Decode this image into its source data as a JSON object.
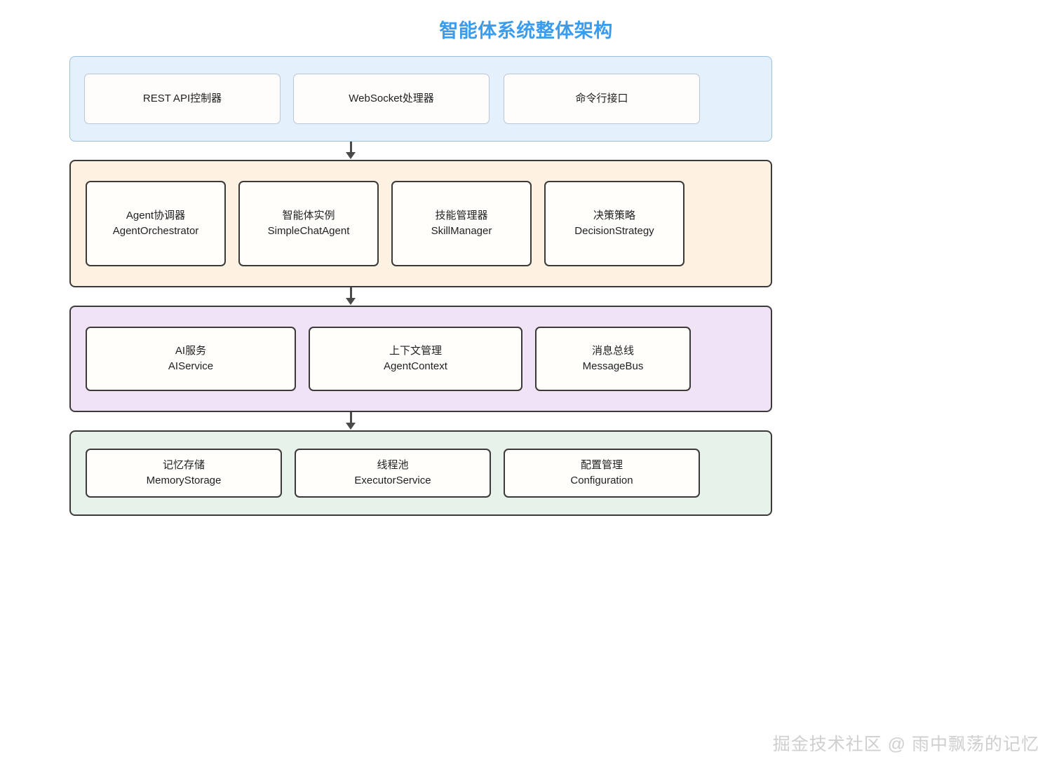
{
  "title": "智能体系统整体架构",
  "theme": {
    "title_color": "#3b9ced",
    "layer_interface_bg": "#e4f0fb",
    "layer_core_bg": "#fdf1e2",
    "layer_service_bg": "#f1e3f6",
    "layer_infra_bg": "#e7f3ea",
    "node_border": "#3c3a38",
    "connector_color": "#4a4a4a"
  },
  "layers": [
    {
      "id": "interface",
      "nodes": [
        {
          "cn": "REST API控制器",
          "en": ""
        },
        {
          "cn": "WebSocket处理器",
          "en": ""
        },
        {
          "cn": "命令行接口",
          "en": ""
        }
      ]
    },
    {
      "id": "core",
      "nodes": [
        {
          "cn": "Agent协调器",
          "en": "AgentOrchestrator"
        },
        {
          "cn": "智能体实例",
          "en": "SimpleChatAgent"
        },
        {
          "cn": "技能管理器",
          "en": "SkillManager"
        },
        {
          "cn": "决策策略",
          "en": "DecisionStrategy"
        }
      ]
    },
    {
      "id": "service",
      "nodes": [
        {
          "cn": "AI服务",
          "en": "AIService"
        },
        {
          "cn": "上下文管理",
          "en": "AgentContext"
        },
        {
          "cn": "消息总线",
          "en": "MessageBus"
        }
      ]
    },
    {
      "id": "infra",
      "nodes": [
        {
          "cn": "记忆存储",
          "en": "MemoryStorage"
        },
        {
          "cn": "线程池",
          "en": "ExecutorService"
        },
        {
          "cn": "配置管理",
          "en": "Configuration"
        }
      ]
    }
  ],
  "watermark": "掘金技术社区 @ 雨中飘荡的记忆"
}
